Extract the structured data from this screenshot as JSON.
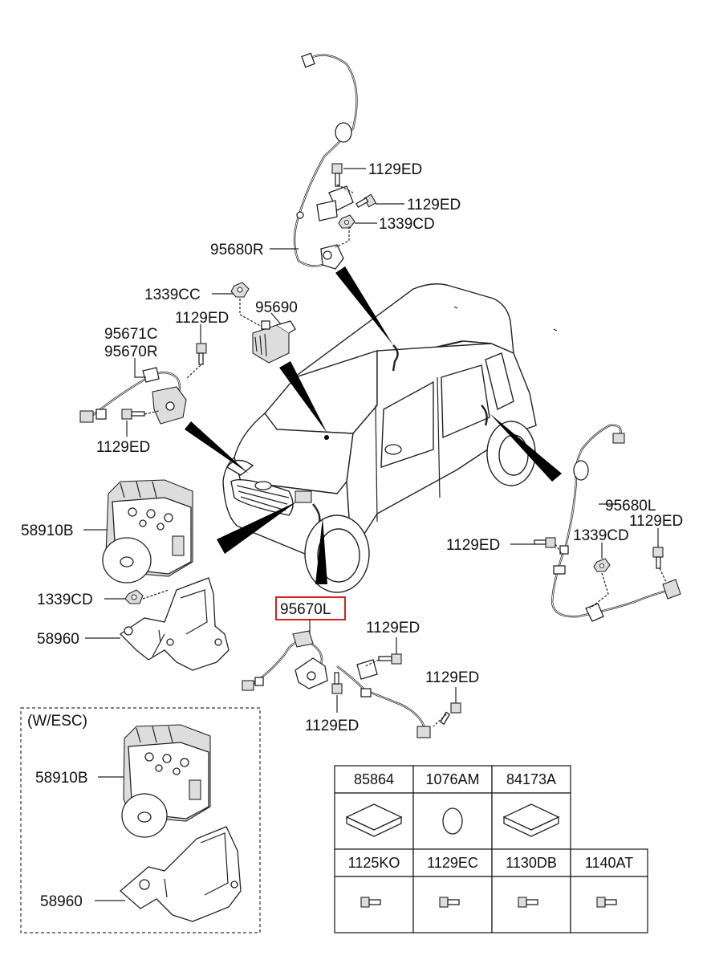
{
  "labels": {
    "sensor_rr_front": "95680R",
    "bolt_rr_top": "1129ED",
    "bolt_rr_mid": "1129ED",
    "nut_rr": "1339CD",
    "nut_cc": "1339CC",
    "yaw_sensor": "95690",
    "bolt_fr_top": "1129ED",
    "sensor_fr_c": "95671C",
    "sensor_fr_r": "95670R",
    "bolt_fr_bottom": "1129ED",
    "hecu": "58910B",
    "nut_bracket": "1339CD",
    "bracket": "58960",
    "sensor_fl": "95670L",
    "bolt_fl_top": "1129ED",
    "bolt_fl_right": "1129ED",
    "bolt_fl_bottom": "1129ED",
    "sensor_rl": "95680L",
    "bolt_rl_left": "1129ED",
    "nut_rl": "1339CD",
    "bolt_rl_right": "1129ED"
  },
  "esc_box": {
    "title": "(W/ESC)",
    "hecu": "58910B",
    "bracket": "58960"
  },
  "parts_table": {
    "row1": [
      "85864",
      "1076AM",
      "84173A"
    ],
    "row2": [
      "1125KO",
      "1129EC",
      "1130DB",
      "1140AT"
    ]
  },
  "highlight": {
    "label_key": "sensor_fl",
    "color": "#d42020"
  }
}
